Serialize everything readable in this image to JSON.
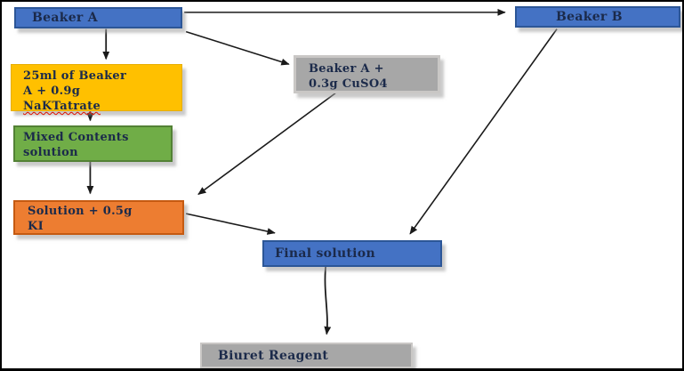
{
  "diagram": {
    "description": "Flowchart of Biuret Reagent preparation",
    "nodes": {
      "beaker_a": {
        "label": "Beaker A",
        "color": "#4472C4"
      },
      "beaker_b": {
        "label": "Beaker B",
        "color": "#4472C4"
      },
      "tartrate_mix": {
        "line1": "25ml of Beaker",
        "line2": "A + 0.9g",
        "line3": "NaKTatrate",
        "color": "#FFC000",
        "spellcheck_underline": "red-wavy"
      },
      "mixed_contents": {
        "line1": "Mixed Contents",
        "line2": "solution",
        "color": "#70AD47"
      },
      "cuso4_mix": {
        "line1": "Beaker A +",
        "line2": "0.3g CuSO4",
        "color": "#A7A7A7"
      },
      "ki_mix": {
        "line1": "Solution + 0.5g",
        "line2": "KI",
        "color": "#ED7D31"
      },
      "final_solution": {
        "label": "Final solution",
        "color": "#4472C4"
      },
      "biuret": {
        "label": "Biuret Reagent",
        "color": "#A7A7A7"
      }
    },
    "edges": [
      {
        "from": "Beaker A",
        "to": "25ml of Beaker A + 0.9g NaKTatrate"
      },
      {
        "from": "Beaker A",
        "to": "Beaker B"
      },
      {
        "from": "Beaker A",
        "to": "Beaker A + 0.3g CuSO4"
      },
      {
        "from": "25ml of Beaker A + 0.9g NaKTatrate",
        "to": "Mixed Contents solution"
      },
      {
        "from": "Mixed Contents solution",
        "to": "Solution + 0.5g KI"
      },
      {
        "from": "Beaker A + 0.3g CuSO4",
        "to": "Solution + 0.5g KI"
      },
      {
        "from": "Solution + 0.5g KI",
        "to": "Final solution"
      },
      {
        "from": "Beaker B",
        "to": "Final solution"
      },
      {
        "from": "Final solution",
        "to": "Biuret Reagent"
      }
    ],
    "colors": {
      "arrow": "#1a1a1a",
      "text": "#1b2a4a",
      "background": "#ffffff",
      "frame_border": "#000000",
      "blue_border": "#2C5697",
      "green_border": "#538135",
      "orange_border": "#C55A11",
      "gray_border": "#C9C7C5"
    }
  }
}
